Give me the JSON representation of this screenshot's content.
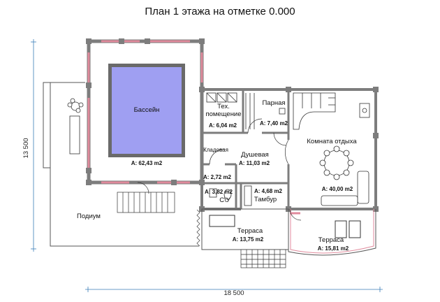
{
  "title": "План 1 этажа на отметке 0.000",
  "colors": {
    "wall": "#7d7d7d",
    "pool_water": "#9f9ff2",
    "pool_rim": "#6a6a6a",
    "window": "#e08a9c",
    "dimension_line": "#3a7db8"
  },
  "rooms": {
    "pool": {
      "name": "Бассейн",
      "area": "A: 62,43 m2"
    },
    "tech": {
      "name_line1": "Тех.",
      "name_line2": "помещение",
      "area": "A: 6,04 m2"
    },
    "sauna": {
      "name": "Парная",
      "area": "A: 7,40 m2"
    },
    "lounge": {
      "name": "Комната отдыха",
      "area": "A: 40,00 m2"
    },
    "storage": {
      "name": "Кладовая",
      "area": "A: 2,72 m2"
    },
    "shower": {
      "name": "Душевая",
      "area": "A: 11,03 m2"
    },
    "wc": {
      "name": "С\\У",
      "area": "A: 3,82 m2"
    },
    "vestibule": {
      "name": "Тамбур",
      "area": "A: 4,68 m2"
    },
    "terrace_left": {
      "name": "Терраса",
      "area": "A: 13,75 m2"
    },
    "terrace_right": {
      "name": "Терраса",
      "area": "A: 15,81 m2"
    },
    "podium": {
      "name": "Подиум"
    }
  },
  "dimensions": {
    "width": "18 500",
    "depth": "13 500"
  }
}
